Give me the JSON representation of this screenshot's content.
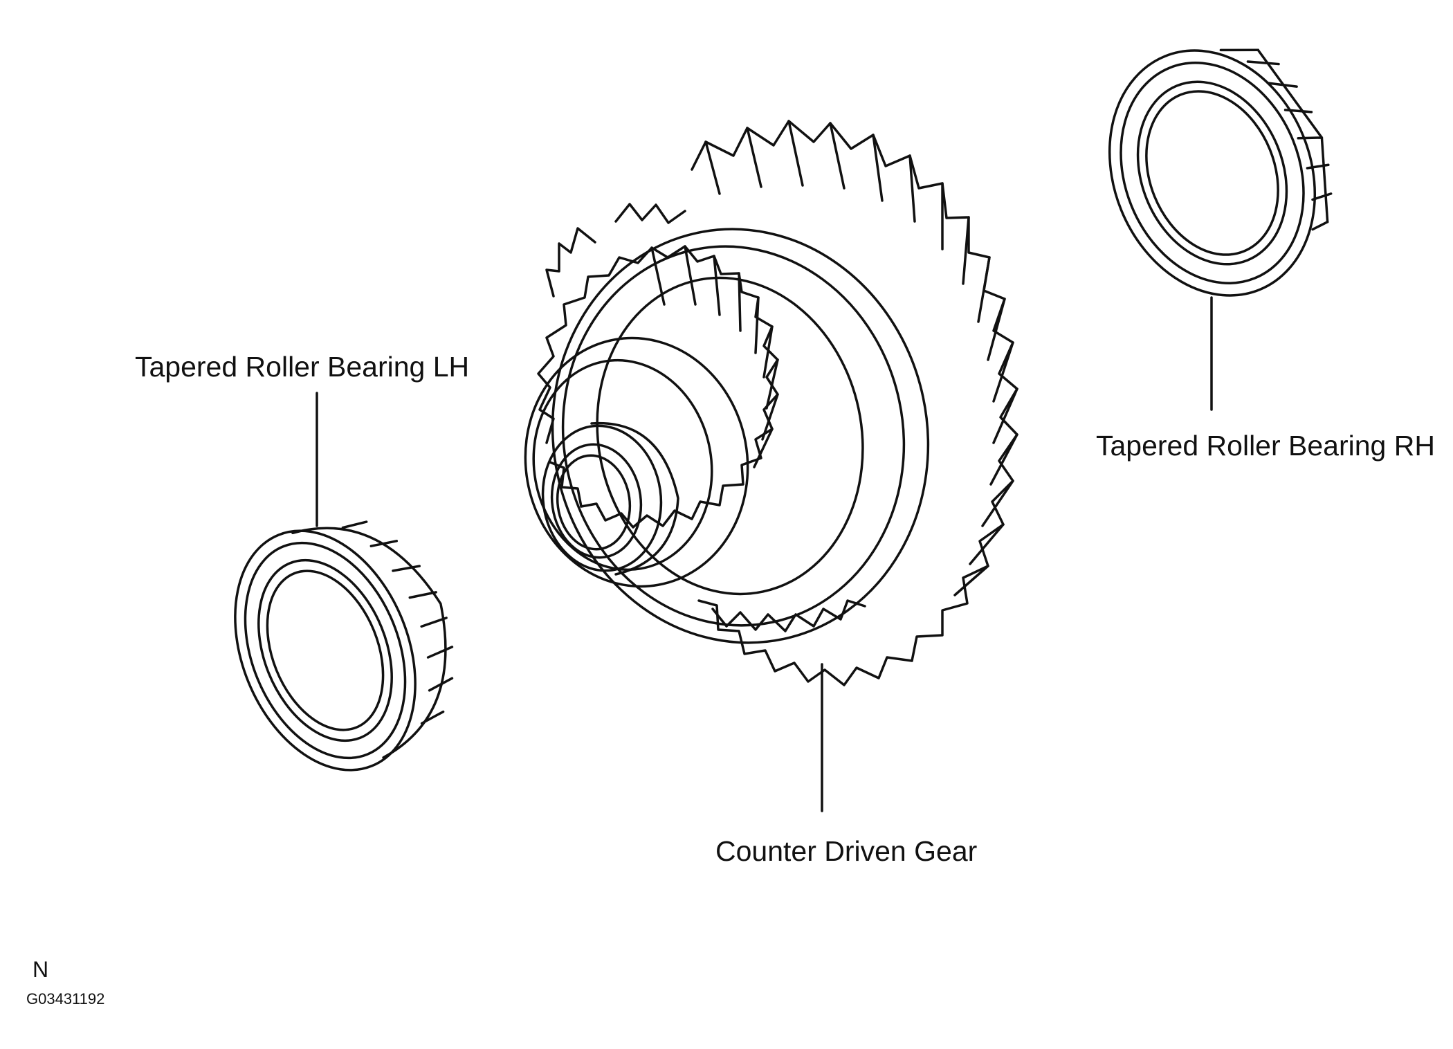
{
  "labels": {
    "bearing_lh": "Tapered Roller Bearing LH",
    "bearing_rh": "Tapered Roller Bearing RH",
    "counter_gear": "Counter Driven Gear"
  },
  "footer": {
    "code": "N",
    "figure_id": "G03431192"
  },
  "colors": {
    "line": "#111111",
    "background": "#ffffff"
  }
}
